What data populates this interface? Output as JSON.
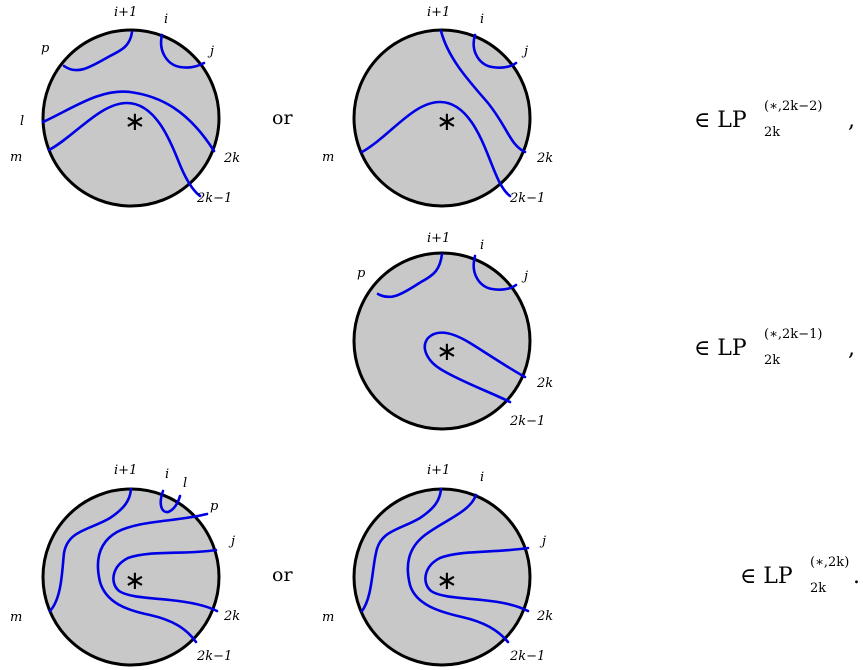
{
  "connector_word": "or",
  "star_symbol": "∗",
  "memberships": [
    {
      "prefix": "∈ LP",
      "subscript": "2k",
      "superscript": "(∗,2k−2)",
      "punct": ","
    },
    {
      "prefix": "∈ LP",
      "subscript": "2k",
      "superscript": "(∗,2k−1)",
      "punct": ","
    },
    {
      "prefix": "∈ LP",
      "subscript": "2k",
      "superscript": "(∗,2k)",
      "punct": "."
    }
  ],
  "point_labels": {
    "i_plus_1": "i+1",
    "i": "i",
    "j": "j",
    "p": "p",
    "l": "l",
    "m": "m",
    "two_k": "2k",
    "two_k_minus_1": "2k−1"
  }
}
